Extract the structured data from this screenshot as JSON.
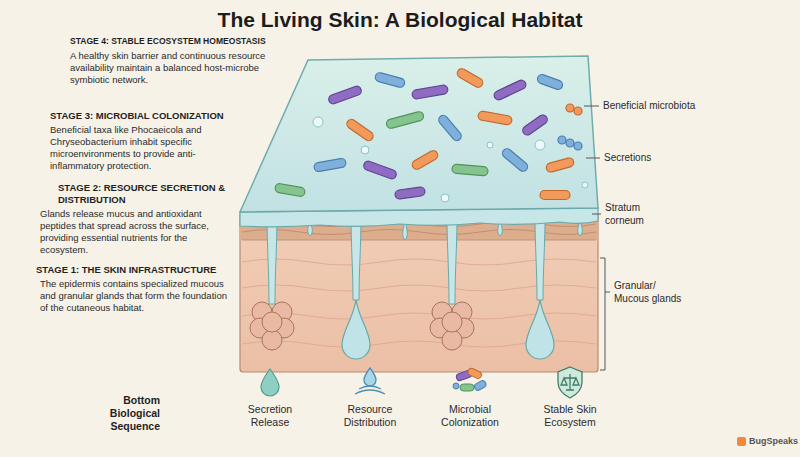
{
  "diagram": {
    "title": "The Living Skin: A Biological Habitat",
    "labels": [
      "STAGE 4: STABLE ECOSYSTEM HOMEOSTASIS",
      "A healthy skin barrier and continuous resource availability maintain a balanced host-microbe symbiotic network.",
      "STAGE 3: MICROBIAL COLONIZATION",
      "Beneficial taxa like Phocaeicola and Chryseobacterium inhabit specific microenvironments to provide anti-inflammatory protection.",
      "STAGE 2: RESOURCE SECRETION & DISTRIBUTION",
      "Glands release mucus and antioxidant peptides that spread across the surface, providing essential nutrients for the ecosystem.",
      "STAGE 1: THE SKIN INFRASTRUCTURE",
      "The epidermis contains specialized mucous and granular glands that form the foundation of the cutaneous habitat.",
      "Beneficial microbiota",
      "Secretions",
      "Stratum corneum",
      "Granular/ Mucous glands",
      "Bottom Biological Sequence",
      "Secretion Release",
      "Resource Distribution",
      "Microbial Colonization",
      "Stable Skin Ecosystem",
      "BugSpeaks"
    ]
  }
}
